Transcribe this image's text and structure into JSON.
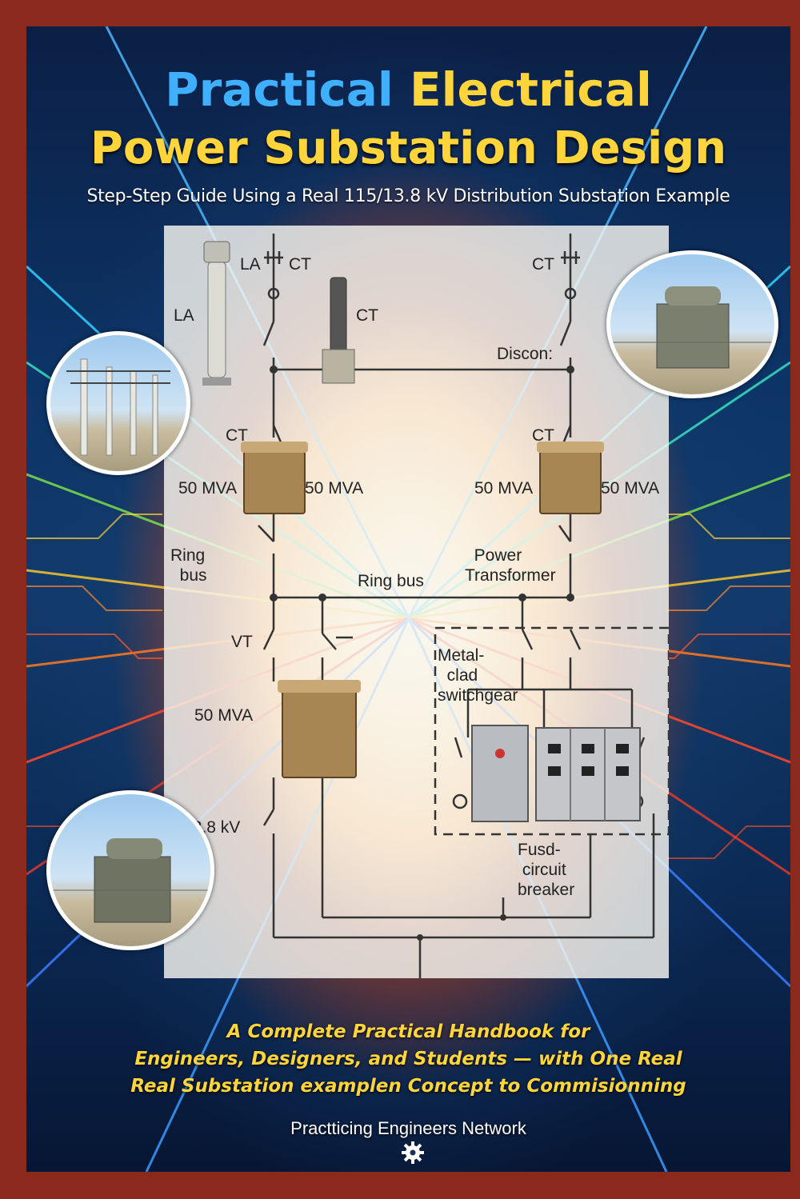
{
  "title_line1_word1": "Practical",
  "title_line1_word2": "Electrical",
  "title_line2": "Power Substation Design",
  "subtitle": "Step-Step Guide Using a Real 115/13.8 kV Distribution Substation Example",
  "diagram": {
    "labels": {
      "la_top": "LA",
      "ct_top_left": "CT",
      "ct_top_right": "CT",
      "la_side": "LA",
      "ct_side": "CT",
      "discon": "Discon:",
      "ct_mid_left": "CT",
      "ct_mid_right": "CT",
      "mva_1": "50 MVA",
      "mva_2": "50 MVA",
      "mva_3": "50 MVA",
      "mva_4": "50 MVA",
      "ring_bus_left": "Ring\n  bus",
      "ring_bus_center": "Ring bus",
      "power_transformer": "  Power\nTransformer",
      "vt": "VT",
      "metal_clad": "Metal-\n  clad\nswitchgear",
      "mva_5": "50 MVA",
      "kv": "13,8 kV",
      "fused_cb": "Fusd-\n circuit\nbreaker"
    }
  },
  "tagline": [
    "A Complete Practical Handbook for",
    "Engineers, Designers, and Students — with One Real",
    "Real Substation examplen Concept to Commisionning"
  ],
  "publisher": "Practticing Engineers Network",
  "colors": {
    "title_blue": "#3fb0ff",
    "title_yellow": "#ffd53b",
    "frame": "#8a2a1c"
  },
  "icons": [
    "gear-icon"
  ]
}
